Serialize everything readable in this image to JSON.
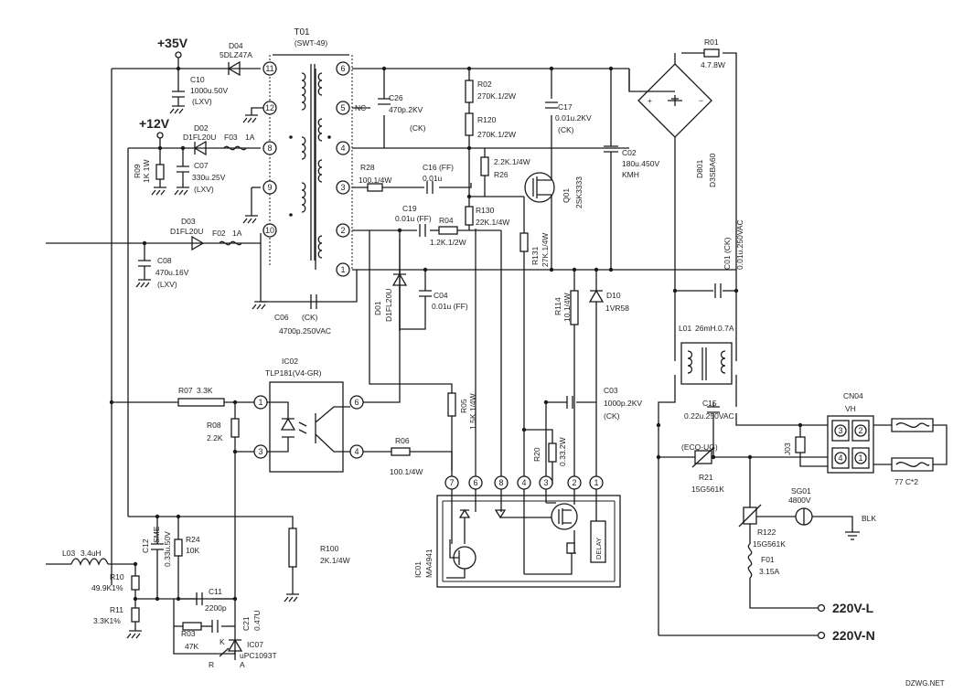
{
  "labels": {
    "v35": "+35V",
    "v12": "+12V",
    "t01": "T01",
    "t01_part": "(SWT-49)",
    "nc": "NC",
    "d04": "D04",
    "d04_part": "5DLZ47A",
    "c10": "C10",
    "c10_val": "1000u.50V",
    "c10_note": "(LXV)",
    "d02": "D02",
    "d02_part": "D1FL20U",
    "f03": "F03",
    "f03_val": "1A",
    "r09": "R09",
    "r09_val": "1K 1W",
    "c07": "C07",
    "c07_val": "330u.25V",
    "c07_note": "(LXV)",
    "d03": "D03",
    "d03_part": "D1FL20U",
    "f02": "F02",
    "f02_val": "1A",
    "c08": "C08",
    "c08_val": "470u.16V",
    "c08_note": "(LXV)",
    "c06": "C06",
    "c06_note": "(CK)",
    "c06_val": "4700p.250VAC",
    "c26": "C26",
    "c26_val": "470p.2KV",
    "c26_note": "(CK)",
    "r02": "R02",
    "r02_val": "270K.1/2W",
    "r120": "R120",
    "r120_val": "270K.1/2W",
    "c17": "C17",
    "c17_val": "0.01u.2KV",
    "c17_note": "(CK)",
    "r28": "R28",
    "r28_val": "100.1/4W",
    "c16": "C16 (FF)",
    "c16_val": "0.01u",
    "r26_val": "2.2K.1/4W",
    "r26": "R26",
    "q01": "Q01",
    "q01_part": "2SK3333",
    "c02": "C02",
    "c02_val": "180u.450V",
    "c02_note": "KMH",
    "r01": "R01",
    "r01_val": "4.7.8W",
    "d801": "D801",
    "d801_part": "D3SBA60",
    "c01": "C01 (CK)",
    "c01_val": "0.01u.250VAC",
    "c19": "C19",
    "c19_val": "0.01u (FF)",
    "r04": "R04",
    "r04_val": "1.2K.1/2W",
    "r130": "R130",
    "r130_val": "22K.1/4W",
    "r131": "R131",
    "r131_val": "27K.1/4W",
    "d01": "D01",
    "d01_part": "D1FL20U",
    "c04": "C04",
    "c04_val": "0.01u (FF)",
    "r114": "R114",
    "r114_val": "10.1/4W",
    "d10": "D10",
    "d10_part": "1VR58",
    "l01": "L01",
    "l01_val": "26mH.0.7A",
    "ic02": "IC02",
    "ic02_part": "TLP181(V4-GR)",
    "r07": "R07",
    "r07_val": "3.3K",
    "r08": "R08",
    "r08_val": "2.2K",
    "r06": "R06",
    "r06_val": "100.1/4W",
    "r05": "R05",
    "r05_val": "1.5K.1/4W",
    "c03": "C03",
    "c03_val": "1000p.2KV",
    "c03_note": "(CK)",
    "r20": "R20",
    "r20_val": "0.33.2W",
    "c15": "C15",
    "c15_val": "0.22u.250VAC",
    "cn04": "CN04",
    "cn04_vh": "VH",
    "j03": "J03",
    "ecq": "(ECQ-UG)",
    "r21": "R21",
    "r21_val": "15G561K",
    "sg01": "SG01",
    "sg01_val": "4800V",
    "blk": "BLK",
    "r122": "R122",
    "r122_val": "15G561K",
    "f01": "F01",
    "f01_val": "3.15A",
    "ac_l": "220V-L",
    "ac_n": "220V-N",
    "dim": "77 C*2",
    "ic01": "IC01",
    "ic01_part": "MA4941",
    "delay": "DELAY",
    "l03": "L03",
    "l03_val": "3.4uH",
    "r10": "R10",
    "r10_val": "49.9K1%",
    "r11": "R11",
    "r11_val": "3.3K1%",
    "c12": "C12",
    "c12_val": "0.33u.50V",
    "c12_note": "SME",
    "r24": "R24",
    "r24_val": "10K",
    "r100": "R100",
    "r100_val": "2K.1/4W",
    "c11": "C11",
    "c11_val": "2200p",
    "r03": "R03",
    "r03_val": "47K",
    "c21": "C21",
    "c21_val": "0.47U",
    "ic07": "IC07",
    "ic07_part": "uPC1093T",
    "k": "K",
    "r": "R",
    "a": "A",
    "watermark": "DZWG.NET"
  },
  "transformer_pins": [
    "11",
    "12",
    "8",
    "9",
    "10",
    "6",
    "5",
    "4",
    "3",
    "2",
    "1"
  ],
  "ic01_pins": [
    "7",
    "6",
    "8",
    "4",
    "3",
    "2",
    "1"
  ],
  "ic02_pins": [
    "1",
    "3",
    "6",
    "4"
  ],
  "cn04_pins": [
    "3",
    "2",
    "4",
    "1"
  ]
}
